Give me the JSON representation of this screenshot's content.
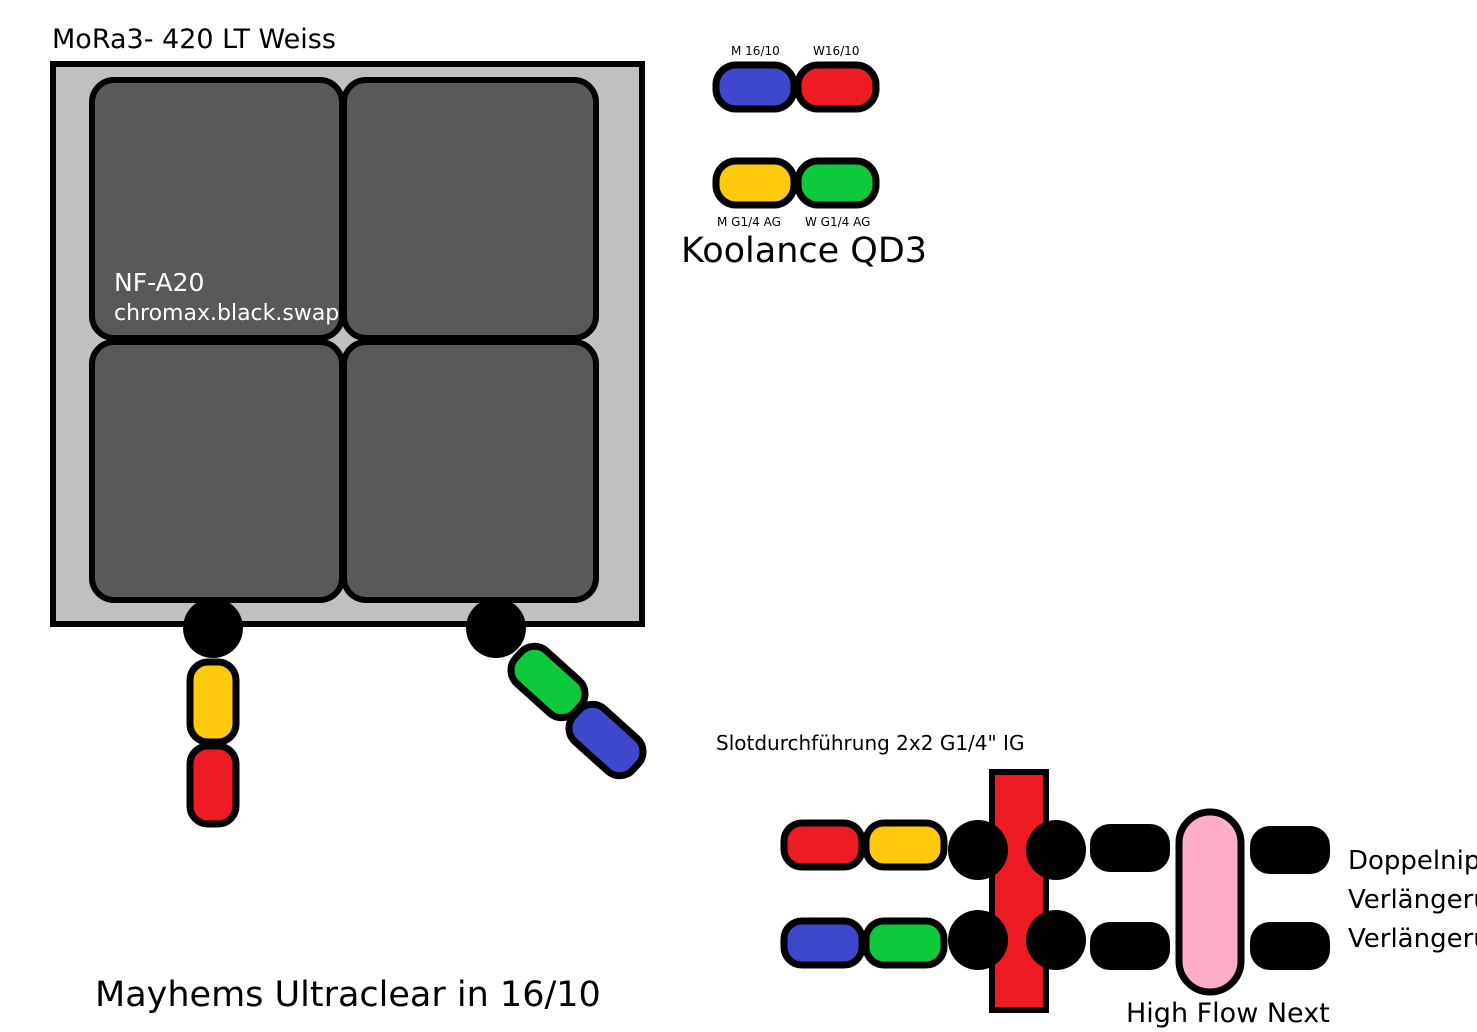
{
  "radiator": {
    "title": "MoRa3- 420 LT Weiss",
    "fan_name": "NF-A20",
    "fan_variant": "chromax.black.swap",
    "fan_color": "#595959",
    "frame_color": "#c0c0c0"
  },
  "quick_disconnect": {
    "title": "Koolance QD3",
    "labels": {
      "m_16_10": "M 16/10",
      "w_16_10": "W16/10",
      "m_g14_ag": "M G1/4 AG",
      "w_g14_ag": "W G1/4 AG"
    }
  },
  "slot_passthrough": {
    "label": "Slotdurchführung 2x2 G1/4\" IG"
  },
  "flow_sensor": {
    "label": "High Flow Next"
  },
  "fittings_legend": {
    "items": [
      "Doppelnippel",
      "Verlängerung",
      "Verlängerung"
    ]
  },
  "coolant": {
    "label": "Mayhems Ultraclear in 16/10"
  },
  "colors": {
    "m_16_10": "#3f48cc",
    "w_16_10": "#ed1c24",
    "m_g14_ag": "#ffc90e",
    "w_g14_ag": "#0fc93c",
    "slot_bar": "#ed1c24",
    "high_flow": "#ffaec9",
    "fitting": "#000000"
  }
}
